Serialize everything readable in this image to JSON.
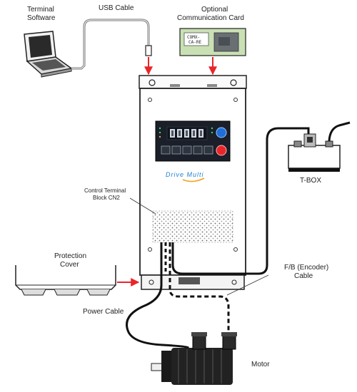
{
  "labels": {
    "terminal_software_line1": "Terminal",
    "terminal_software_line2": "Software",
    "usb_cable": "USB Cable",
    "optional_card_line1": "Optional",
    "optional_card_line2": "Communication Card",
    "card_text_line1": "COMX-",
    "card_text_line2": "CA-RE",
    "control_terminal_line1": "Control Terminal",
    "control_terminal_line2": "Block CN2",
    "drive_logo": "Drive Multi",
    "tbox": "T-BOX",
    "protection_line1": "Protection",
    "protection_line2": "Cover",
    "fb_line1": "F/B (Encoder)",
    "fb_line2": "Cable",
    "power_cable": "Power Cable",
    "motor": "Motor"
  },
  "colors": {
    "arrow": "#e8262a",
    "run_button": "#1e6fd8",
    "stop_button": "#e8262a",
    "display_bg": "#0f1520",
    "logo": "#1e7fd2",
    "card_green": "#c9e0b4"
  }
}
